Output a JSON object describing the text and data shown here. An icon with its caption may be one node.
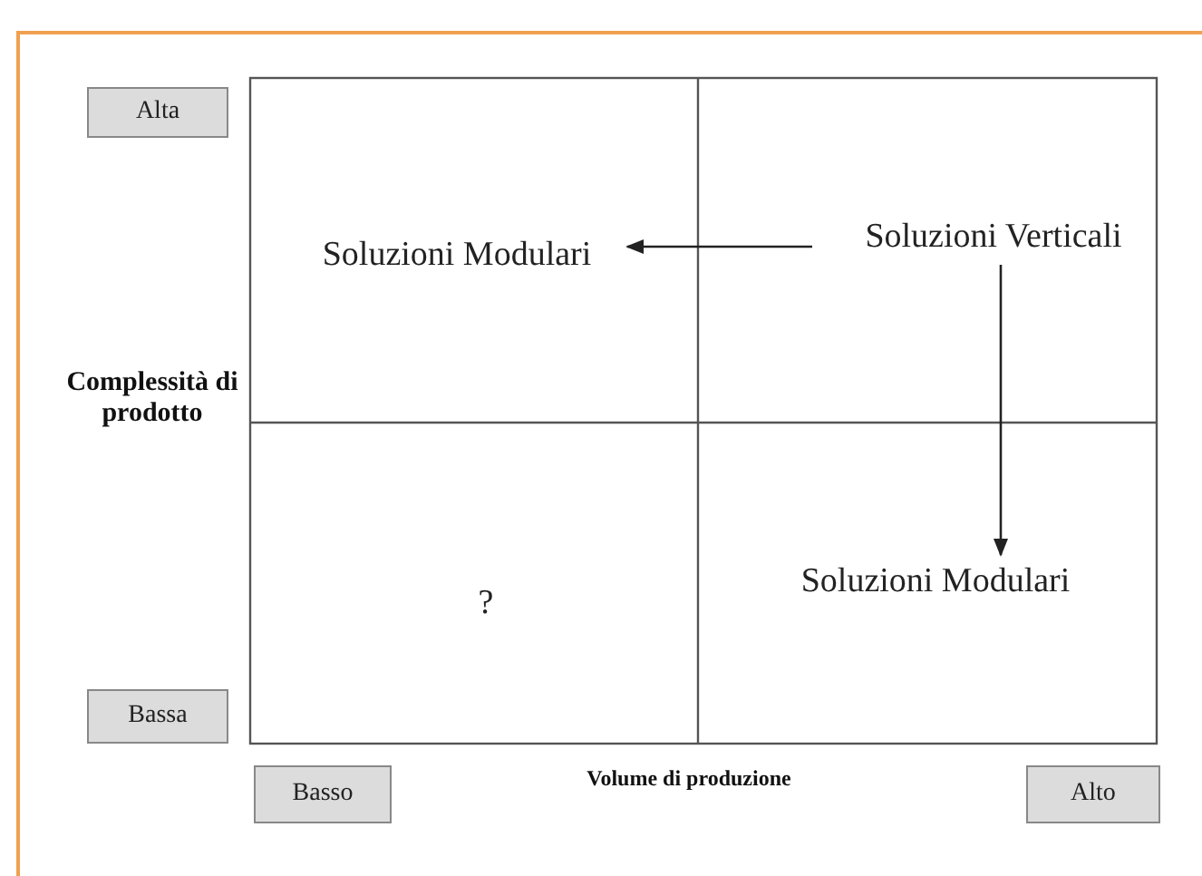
{
  "diagram": {
    "nodes": [
      {
        "text": [
          "Alta"
        ]
      },
      {
        "text": [
          "Soluzioni Modulari"
        ]
      },
      {
        "text": [
          "Soluzioni Verticali"
        ]
      },
      {
        "text": [
          "Soluzioni Modulari"
        ]
      },
      {
        "text": [
          "?"
        ]
      },
      {
        "text": [
          "Bassa"
        ]
      },
      {
        "text": [
          "Basso"
        ]
      },
      {
        "text": [
          "Alto"
        ]
      }
    ],
    "edges": [
      {
        "from": 2,
        "to": 1,
        "arrow": "to"
      },
      {
        "from": 2,
        "to": 3,
        "arrow": "to"
      }
    ],
    "labels": [
      "Complessità di prodotto",
      "Volume di produzione"
    ]
  }
}
